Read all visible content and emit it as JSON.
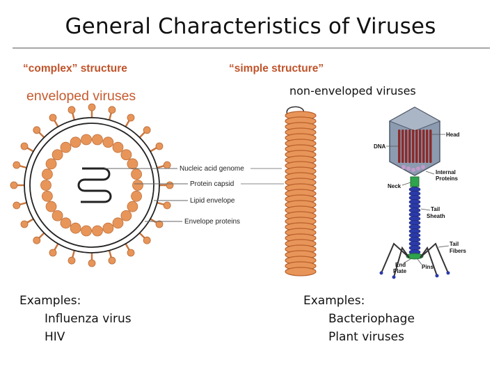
{
  "slide": {
    "title": "General Characteristics of Viruses"
  },
  "labels": {
    "complex": "“complex” structure",
    "simple": "“simple structure”",
    "enveloped": "enveloped viruses",
    "non_enveloped": "non-enveloped viruses"
  },
  "envelope_diagram": {
    "annotations": [
      "Nucleic acid genome",
      "Protein capsid",
      "Lipid envelope",
      "Envelope proteins"
    ]
  },
  "phage_diagram": {
    "annotations": {
      "head": "Head",
      "dna": "DNA",
      "internal": [
        "Internal",
        "Proteins"
      ],
      "neck": "Neck",
      "tail_sheath": [
        "Tail",
        "Sheath"
      ],
      "tail_fibers": [
        "Tail",
        "Fibers"
      ],
      "end_plate": [
        "End",
        "Plate"
      ],
      "pins": "Pins"
    }
  },
  "examples_left": {
    "heading": "Examples:",
    "items": [
      "Influenza virus",
      "HIV"
    ]
  },
  "examples_right": {
    "heading": "Examples:",
    "items": [
      "Bacteriophage",
      "Plant viruses"
    ]
  },
  "colors": {
    "capsid_orange": "#e8955a",
    "label_orange": "#c65a2e",
    "phage_head": "#8c9bb0",
    "phage_dna": "#8b2b2b",
    "phage_tail": "#2b3aa8"
  }
}
